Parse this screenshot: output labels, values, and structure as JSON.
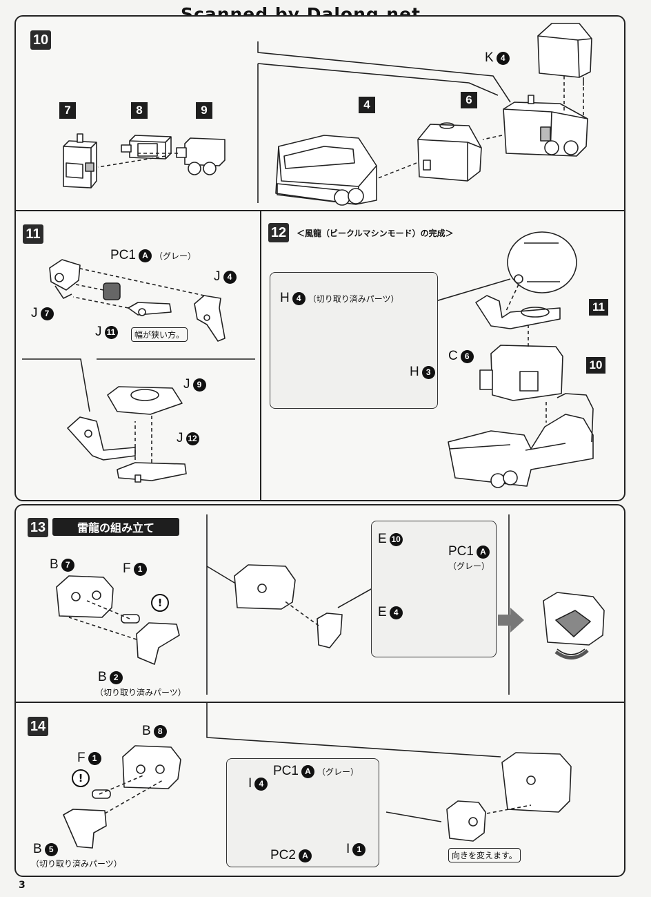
{
  "watermark": "Scanned by Dalong.net",
  "page_number": "3",
  "steps": {
    "s10": {
      "number": "10",
      "parts": [
        "7",
        "8",
        "9",
        "4",
        "6"
      ],
      "k_label": "K",
      "k_num": "4"
    },
    "s11": {
      "number": "11",
      "pc1_label": "PC1",
      "pc1_num": "A",
      "pc1_note": "（グレー）",
      "j4_label": "J",
      "j4_num": "4",
      "j7_label": "J",
      "j7_num": "7",
      "j11_label": "J",
      "j11_num": "11",
      "narrow_note": "幅が狭い方。",
      "j9_label": "J",
      "j9_num": "9",
      "j12_label": "J",
      "j12_num": "12"
    },
    "s12": {
      "number": "12",
      "title": "＜風龍（ビークルマシンモード）の完成＞",
      "h4_label": "H",
      "h4_num": "4",
      "h4_note": "（切り取り済みパーツ）",
      "h3_label": "H",
      "h3_num": "3",
      "c6_label": "C",
      "c6_num": "6",
      "ref11": "11",
      "ref10": "10"
    },
    "s13": {
      "number": "13",
      "title": "雷龍の組み立て",
      "b7_label": "B",
      "b7_num": "7",
      "f1_label": "F",
      "f1_num": "1",
      "b2_label": "B",
      "b2_num": "2",
      "b2_note": "（切り取り済みパーツ）",
      "e10_label": "E",
      "e10_num": "10",
      "pc1_label": "PC1",
      "pc1_num": "A",
      "pc1_note": "（グレー）",
      "e4_label": "E",
      "e4_num": "4",
      "warn": "!"
    },
    "s14": {
      "number": "14",
      "b8_label": "B",
      "b8_num": "8",
      "f1_label": "F",
      "f1_num": "1",
      "b5_label": "B",
      "b5_num": "5",
      "b5_note": "（切り取り済みパーツ）",
      "pc1_label": "PC1",
      "pc1_num": "A",
      "pc1_note": "（グレー）",
      "i4_label": "I",
      "i4_num": "4",
      "pc2_label": "PC2",
      "pc2_num": "A",
      "i1_label": "I",
      "i1_num": "1",
      "orient_note": "向きを変えます。",
      "warn": "!"
    }
  }
}
